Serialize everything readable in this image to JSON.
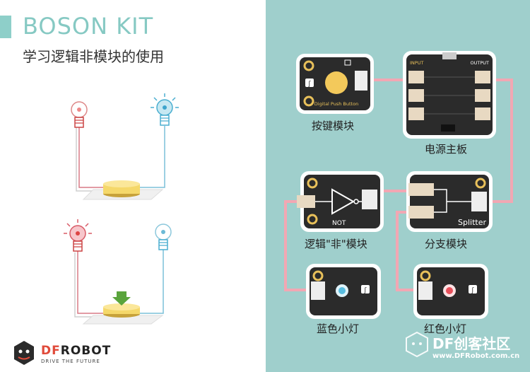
{
  "header": {
    "brand": "BOSON KIT",
    "subtitle": "学习逻辑非模块的使用"
  },
  "modules": {
    "push_button": {
      "caption": "按键模块",
      "board_text": "Digital Push Button"
    },
    "power": {
      "caption": "电源主板",
      "input": "INPUT",
      "output": "OUTPUT"
    },
    "not": {
      "caption": "逻辑\"非\"模块",
      "board_text": "NOT"
    },
    "splitter": {
      "caption": "分支模块",
      "board_text": "Splitter"
    },
    "blue_led": {
      "caption": "蓝色小灯"
    },
    "red_led": {
      "caption": "红色小灯"
    }
  },
  "footer": {
    "brand_df": "DF",
    "brand_robot": "ROBOT",
    "tagline": "DRIVE THE FUTURE",
    "watermark": "DF创客社区",
    "watermark_url": "www.DFRobot.com.cn"
  },
  "colors": {
    "teal_bg": "#9fcfcc",
    "accent": "#86c9c3",
    "wire_pink": "#f2a7b3",
    "board": "#2b2b2b",
    "button_yellow": "#f3c95b",
    "led_red": "#e8505b",
    "led_blue": "#58bde0"
  }
}
